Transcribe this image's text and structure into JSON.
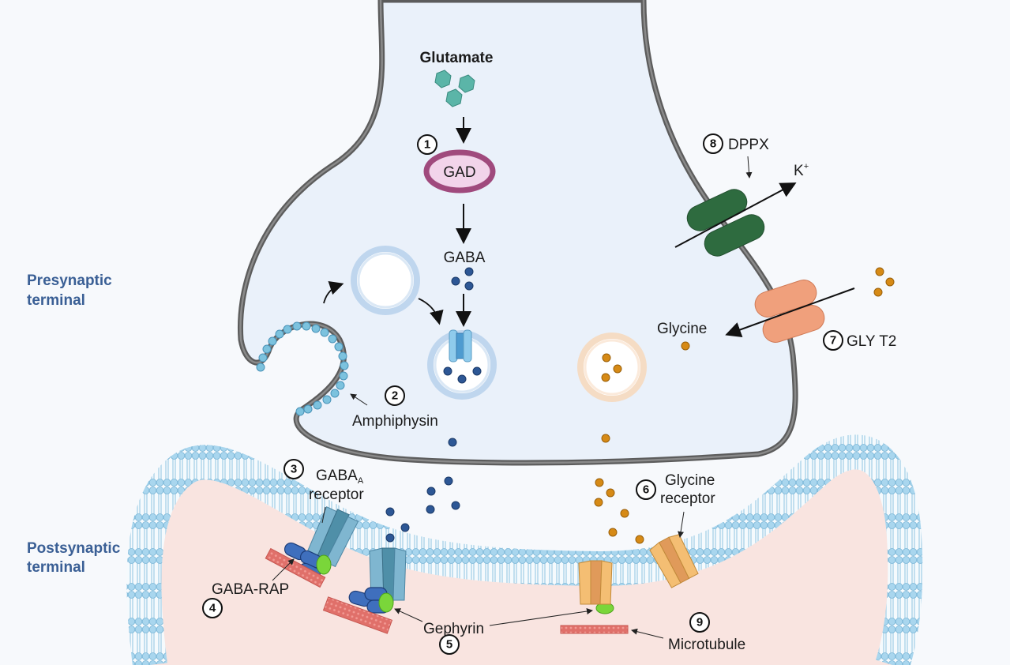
{
  "labels": {
    "presynaptic": [
      "Presynaptic",
      "terminal"
    ],
    "postsynaptic": [
      "Postsynaptic",
      "terminal"
    ],
    "glutamate": "Glutamate",
    "gad": "GAD",
    "gaba": "GABA",
    "amphiphysin": "Amphiphysin",
    "gabaa_receptor": [
      "GABA",
      "A",
      "receptor"
    ],
    "gaba_rap": "GABA-RAP",
    "gephyrin": "Gephyrin",
    "glycine_receptor": [
      "Glycine",
      "receptor"
    ],
    "microtubule": "Microtubule",
    "glycine": "Glycine",
    "glyt2": "GLY T2",
    "dppx": "DPPX",
    "k_ion": "K",
    "k_charge": "+"
  },
  "steps": {
    "s1": "1",
    "s2": "2",
    "s3": "3",
    "s4": "4",
    "s5": "5",
    "s6": "6",
    "s7": "7",
    "s8": "8",
    "s9": "9"
  },
  "colors": {
    "presynaptic_fill": "#eaf1fa",
    "membrane_stroke": "#5c5c5c",
    "postsynaptic_fill": "#f9e4e0",
    "lipid_head": "#a9d6ee",
    "glutamate": "#5bb5a8",
    "gad_ring": "#a04a7d",
    "gad_fill": "#f2d4ea",
    "gaba_dot": "#2d5795",
    "glycine_dot": "#d68a16",
    "dppx": "#2e6b3f",
    "glyt2": "#f0a07c",
    "gabaa": "#5e9dbb",
    "gephyrin": "#7ad63a",
    "microtubule": "#e0706a",
    "gly_receptor": "#f4be73"
  }
}
